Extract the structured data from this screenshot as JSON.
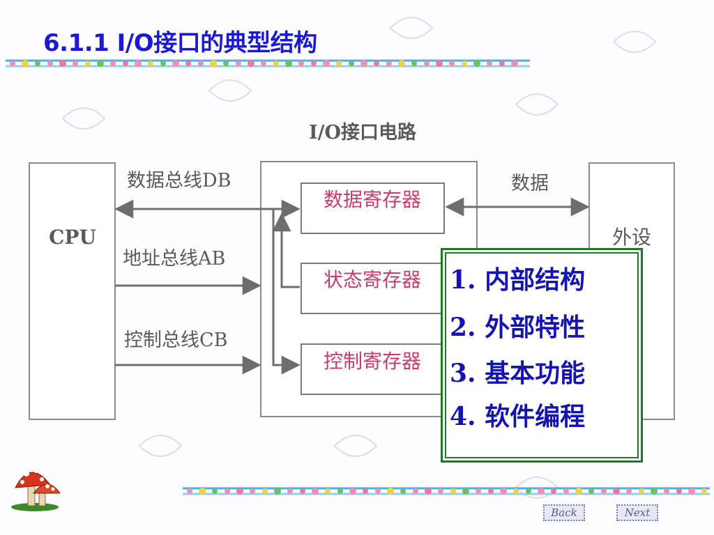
{
  "slide": {
    "title": "6.1.1 I/O接口的典型结构"
  },
  "diagram": {
    "interface_title": "I/O接口电路",
    "cpu_label": "CPU",
    "device_label": "外设",
    "data_bus_label": "数据总线DB",
    "address_bus_label": "地址总线AB",
    "control_bus_label": "控制总线CB",
    "data_link_label": "数据",
    "registers": {
      "data": "数据寄存器",
      "status": "状态寄存器",
      "control": "控制寄存器"
    }
  },
  "menu": {
    "items": [
      "1. 内部结构",
      "2. 外部特性",
      "3. 基本功能",
      "4.  软件编程"
    ]
  },
  "nav": {
    "back": "Back",
    "next": "Next"
  },
  "colors": {
    "title": "#1a1ad6",
    "register_text": "#c83c6a",
    "menu_text": "#1414b4",
    "menu_border": "#1a7a28",
    "line_gray": "#7a7a7a"
  }
}
